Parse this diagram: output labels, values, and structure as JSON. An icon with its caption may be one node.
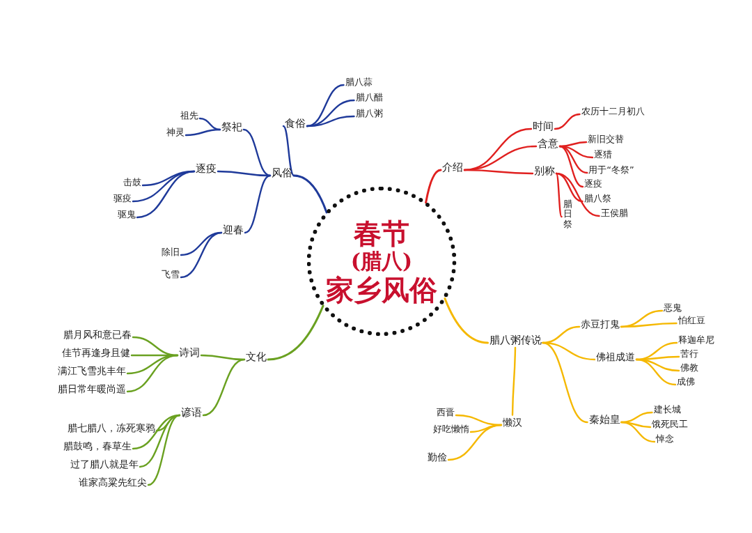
{
  "diagram": {
    "nodes": [
      {
        "text": [
          "春节",
          "(腊八)",
          "家乡风俗"
        ]
      },
      {
        "text": [
          "风俗"
        ]
      },
      {
        "text": [
          "祭祀"
        ]
      },
      {
        "text": [
          "祖先"
        ]
      },
      {
        "text": [
          "神灵"
        ]
      },
      {
        "text": [
          "逐疫"
        ]
      },
      {
        "text": [
          "击鼓"
        ]
      },
      {
        "text": [
          "驱疫"
        ]
      },
      {
        "text": [
          "驱鬼"
        ]
      },
      {
        "text": [
          "迎春"
        ]
      },
      {
        "text": [
          "除旧"
        ]
      },
      {
        "text": [
          "飞雪"
        ]
      },
      {
        "text": [
          "食俗"
        ]
      },
      {
        "text": [
          "腊八蒜"
        ]
      },
      {
        "text": [
          "腊八醋"
        ]
      },
      {
        "text": [
          "腊八粥"
        ]
      },
      {
        "text": [
          "介绍"
        ]
      },
      {
        "text": [
          "时间"
        ]
      },
      {
        "text": [
          "农历十二月初八"
        ]
      },
      {
        "text": [
          "含意"
        ]
      },
      {
        "text": [
          "新旧交替"
        ]
      },
      {
        "text": [
          "逐猎"
        ]
      },
      {
        "text": [
          "用于“冬祭”"
        ]
      },
      {
        "text": [
          "逐疫"
        ]
      },
      {
        "text": [
          "别称"
        ]
      },
      {
        "text": [
          "腊八祭"
        ]
      },
      {
        "text": [
          "王侯腊"
        ]
      },
      {
        "text": [
          "腊日祭"
        ]
      },
      {
        "text": [
          "腊八粥传说"
        ]
      },
      {
        "text": [
          "赤豆打鬼"
        ]
      },
      {
        "text": [
          "恶鬼"
        ]
      },
      {
        "text": [
          "怕红豆"
        ]
      },
      {
        "text": [
          "佛祖成道"
        ]
      },
      {
        "text": [
          "释迦牟尼"
        ]
      },
      {
        "text": [
          "苦行"
        ]
      },
      {
        "text": [
          "佛教"
        ]
      },
      {
        "text": [
          "成佛"
        ]
      },
      {
        "text": [
          "秦始皇"
        ]
      },
      {
        "text": [
          "建长城"
        ]
      },
      {
        "text": [
          "饿死民工"
        ]
      },
      {
        "text": [
          "悼念"
        ]
      },
      {
        "text": [
          "懒汉"
        ]
      },
      {
        "text": [
          "西晋"
        ]
      },
      {
        "text": [
          "好吃懒惰"
        ]
      },
      {
        "text": [
          "勤俭"
        ]
      },
      {
        "text": [
          "文化"
        ]
      },
      {
        "text": [
          "诗词"
        ]
      },
      {
        "text": [
          "腊月风和意已春"
        ]
      },
      {
        "text": [
          "佳节再逢身且健"
        ]
      },
      {
        "text": [
          "满江飞雪兆丰年"
        ]
      },
      {
        "text": [
          "腊日常年暖尚遥"
        ]
      },
      {
        "text": [
          "谚语"
        ]
      },
      {
        "text": [
          "腊七腊八，冻死寒鸦"
        ]
      },
      {
        "text": [
          "腊鼓鸣，春草生"
        ]
      },
      {
        "text": [
          "过了腊八就是年"
        ]
      },
      {
        "text": [
          "谁家高粱先红尖"
        ]
      }
    ],
    "edges": [
      {
        "from": 0,
        "to": 1,
        "arrow": "none",
        "color": "#1f3a9a"
      },
      {
        "from": 1,
        "to": 2,
        "arrow": "none",
        "color": "#1f3a9a"
      },
      {
        "from": 2,
        "to": 3,
        "arrow": "none",
        "color": "#1f3a9a"
      },
      {
        "from": 2,
        "to": 4,
        "arrow": "none",
        "color": "#1f3a9a"
      },
      {
        "from": 1,
        "to": 5,
        "arrow": "none",
        "color": "#1f3a9a"
      },
      {
        "from": 5,
        "to": 6,
        "arrow": "none",
        "color": "#1f3a9a"
      },
      {
        "from": 5,
        "to": 7,
        "arrow": "none",
        "color": "#1f3a9a"
      },
      {
        "from": 5,
        "to": 8,
        "arrow": "none",
        "color": "#1f3a9a"
      },
      {
        "from": 1,
        "to": 9,
        "arrow": "none",
        "color": "#1f3a9a"
      },
      {
        "from": 9,
        "to": 10,
        "arrow": "none",
        "color": "#1f3a9a"
      },
      {
        "from": 9,
        "to": 11,
        "arrow": "none",
        "color": "#1f3a9a"
      },
      {
        "from": 1,
        "to": 12,
        "arrow": "none",
        "color": "#1f3a9a"
      },
      {
        "from": 12,
        "to": 13,
        "arrow": "none",
        "color": "#1f3a9a"
      },
      {
        "from": 12,
        "to": 14,
        "arrow": "none",
        "color": "#1f3a9a"
      },
      {
        "from": 12,
        "to": 15,
        "arrow": "none",
        "color": "#1f3a9a"
      },
      {
        "from": 0,
        "to": 16,
        "arrow": "none",
        "color": "#e0201f"
      },
      {
        "from": 16,
        "to": 17,
        "arrow": "none",
        "color": "#e0201f"
      },
      {
        "from": 17,
        "to": 18,
        "arrow": "none",
        "color": "#e0201f"
      },
      {
        "from": 16,
        "to": 19,
        "arrow": "none",
        "color": "#e0201f"
      },
      {
        "from": 19,
        "to": 20,
        "arrow": "none",
        "color": "#e0201f"
      },
      {
        "from": 19,
        "to": 21,
        "arrow": "none",
        "color": "#e0201f"
      },
      {
        "from": 19,
        "to": 22,
        "arrow": "none",
        "color": "#e0201f"
      },
      {
        "from": 19,
        "to": 23,
        "arrow": "none",
        "color": "#e0201f"
      },
      {
        "from": 16,
        "to": 24,
        "arrow": "none",
        "color": "#e0201f"
      },
      {
        "from": 24,
        "to": 25,
        "arrow": "none",
        "color": "#e0201f"
      },
      {
        "from": 24,
        "to": 26,
        "arrow": "none",
        "color": "#e0201f"
      },
      {
        "from": 24,
        "to": 27,
        "arrow": "none",
        "color": "#e0201f"
      },
      {
        "from": 0,
        "to": 28,
        "arrow": "none"
      },
      {
        "from": 28,
        "to": 29,
        "arrow": "none"
      },
      {
        "from": 29,
        "to": 30,
        "arrow": "none"
      },
      {
        "from": 29,
        "to": 31,
        "arrow": "none"
      },
      {
        "from": 28,
        "to": 32,
        "arrow": "none"
      },
      {
        "from": 32,
        "to": 33,
        "arrow": "none"
      },
      {
        "from": 32,
        "to": 34,
        "arrow": "none"
      },
      {
        "from": 32,
        "to": 35,
        "arrow": "none"
      },
      {
        "from": 32,
        "to": 36,
        "arrow": "none"
      },
      {
        "from": 28,
        "to": 37,
        "arrow": "none"
      },
      {
        "from": 37,
        "to": 38,
        "arrow": "none"
      },
      {
        "from": 37,
        "to": 39,
        "arrow": "none"
      },
      {
        "from": 37,
        "to": 40,
        "arrow": "none"
      },
      {
        "from": 28,
        "to": 41,
        "arrow": "none"
      },
      {
        "from": 41,
        "to": 42,
        "arrow": "none"
      },
      {
        "from": 41,
        "to": 43,
        "arrow": "none"
      },
      {
        "from": 41,
        "to": 44,
        "arrow": "none"
      },
      {
        "from": 0,
        "to": 45,
        "arrow": "none",
        "color": "#6aa121"
      },
      {
        "from": 45,
        "to": 46,
        "arrow": "none",
        "color": "#6aa121"
      },
      {
        "from": 46,
        "to": 47,
        "arrow": "none",
        "color": "#6aa121"
      },
      {
        "from": 46,
        "to": 48,
        "arrow": "none",
        "color": "#6aa121"
      },
      {
        "from": 46,
        "to": 49,
        "arrow": "none",
        "color": "#6aa121"
      },
      {
        "from": 46,
        "to": 50,
        "arrow": "none",
        "color": "#6aa121"
      },
      {
        "from": 45,
        "to": 51,
        "arrow": "none",
        "color": "#6aa121"
      },
      {
        "from": 51,
        "to": 52,
        "arrow": "none",
        "color": "#6aa121"
      },
      {
        "from": 51,
        "to": 53,
        "arrow": "none",
        "color": "#6aa121"
      },
      {
        "from": 51,
        "to": 54,
        "arrow": "none",
        "color": "#6aa121"
      },
      {
        "from": 51,
        "to": 55,
        "arrow": "none",
        "color": "#6aa121"
      }
    ]
  }
}
